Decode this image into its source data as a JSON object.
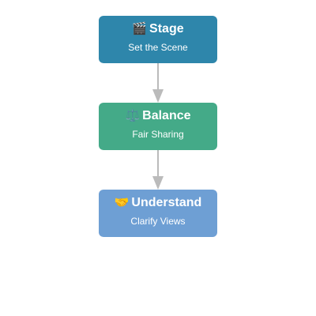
{
  "flow": {
    "nodes": [
      {
        "icon": "clapper-board-icon",
        "emoji": "🎬",
        "title": "Stage",
        "subtitle": "Set the Scene",
        "color": "#2e86ab"
      },
      {
        "icon": "balance-scale-icon",
        "emoji": "⚖️",
        "title": "Balance",
        "subtitle": "Fair Sharing",
        "color": "#44aa88"
      },
      {
        "icon": "handshake-icon",
        "emoji": "🤝",
        "title": "Understand",
        "subtitle": "Clarify Views",
        "color": "#6e9fd4"
      }
    ],
    "connector_color": "#bbbbbb"
  }
}
